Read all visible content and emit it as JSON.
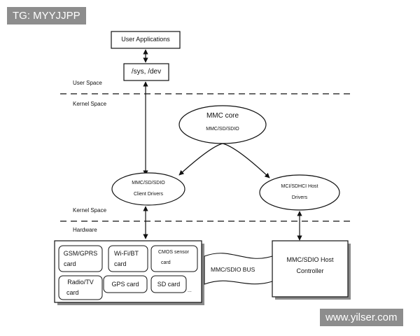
{
  "watermarks": {
    "top_left": "TG: MYYJJPP",
    "bottom_right": "www.yilser.com"
  },
  "zones": {
    "user_space": "User Space",
    "kernel_space_top": "Kernel Space",
    "kernel_space_bottom": "Kernel Space",
    "hardware": "Hardware"
  },
  "nodes": {
    "user_applications": "User Applications",
    "sys_dev": "/sys, /dev",
    "mmc_core_title": "MMC core",
    "mmc_core_sub": "MMC/SD/SDIO",
    "client_drivers_line1": "MMC/SD/SDIO",
    "client_drivers_line2": "Client Drivers",
    "host_drivers_line1": "MCI/SDHCI  Host",
    "host_drivers_line2": "Drivers",
    "host_controller_line1": "MMC/SDIO Host",
    "host_controller_line2": "Controller",
    "bus": "MMC/SDIO BUS"
  },
  "cards": {
    "gsm_line1": "GSM/GPRS",
    "gsm_line2": "card",
    "wifi_line1": "Wi-Fi/BT",
    "wifi_line2": "card",
    "cmos_line1": "CMOS  sensor",
    "cmos_line2": "card",
    "radio_line1": "Radio/TV",
    "radio_line2": "card",
    "gps": "GPS card",
    "sd": "SD card",
    "more": "..."
  }
}
